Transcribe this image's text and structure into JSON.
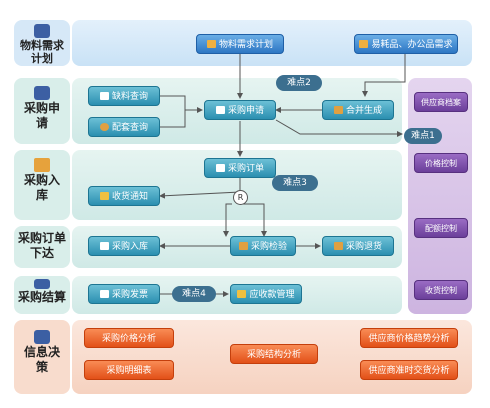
{
  "lanes": {
    "plan": "物料需求计划",
    "request": "采购申请",
    "stock_in": "采购入库",
    "order": "采购订单下达",
    "settle": "采购结算",
    "decision": "信息决策"
  },
  "nodes": {
    "material_plan": "物料需求计划",
    "consumables": "易耗品、办公品需求",
    "shortage_query": "缺料查询",
    "kit_query": "配套查询",
    "purchase_request": "采购申请",
    "merge_generate": "合并生成",
    "purchase_order": "采购订单",
    "receipt_notice": "收货通知",
    "purchase_in": "采购入库",
    "purchase_inspect": "采购检验",
    "purchase_return": "采购退货",
    "purchase_invoice": "采购发票",
    "payables": "应收款管理"
  },
  "side": {
    "supplier_file": "供应商档案",
    "price_control": "价格控制",
    "quota_control": "配额控制",
    "receipt_control": "收货控制"
  },
  "difficulties": {
    "d1": "难点1",
    "d2": "难点2",
    "d3": "难点3",
    "d4": "难点4"
  },
  "reports": {
    "price_analysis": "采购价格分析",
    "detail_table": "采购明细表",
    "structure_analysis": "采购结构分析",
    "supplier_price_trend": "供应商价格趋势分析",
    "supplier_ontime": "供应商准时交货分析"
  },
  "merge_symbol": "R",
  "colors": {
    "process_box": "#2d76c3",
    "side_control": "#6b3f9a",
    "report_box": "#e25018",
    "difficulty_badge": "#3c6f8f"
  }
}
